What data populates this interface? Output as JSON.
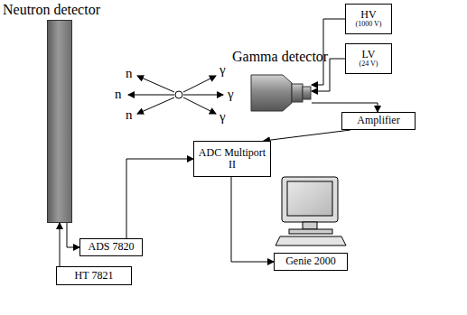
{
  "diagram": {
    "nodes": [
      {
        "text": [
          "Neutron detector"
        ]
      },
      {
        "text": [
          "Gamma detector"
        ]
      },
      {
        "text": [
          "HV",
          "(1000 V)"
        ]
      },
      {
        "text": [
          "LV",
          "(24 V)"
        ]
      },
      {
        "text": [
          "Amplifier"
        ]
      },
      {
        "text": [
          "ADC Multiport II"
        ]
      },
      {
        "text": [
          "ADS 7820"
        ]
      },
      {
        "text": [
          "HT 7821"
        ]
      },
      {
        "text": [
          "Genie 2000"
        ]
      }
    ],
    "edges": [
      {
        "from": 0,
        "to": 6,
        "arrow": "to"
      },
      {
        "from": 6,
        "to": 5,
        "arrow": "to"
      },
      {
        "from": 7,
        "to": 0,
        "arrow": "to"
      },
      {
        "from": 2,
        "to": 1,
        "arrow": "to"
      },
      {
        "from": 3,
        "to": 1,
        "arrow": "to"
      },
      {
        "from": 1,
        "to": 4,
        "arrow": "to"
      },
      {
        "from": 4,
        "to": 5,
        "arrow": "to"
      },
      {
        "from": 5,
        "to": 8,
        "arrow": "to"
      }
    ],
    "labels": [
      "n",
      "n",
      "n",
      "γ",
      "γ",
      "γ"
    ]
  }
}
